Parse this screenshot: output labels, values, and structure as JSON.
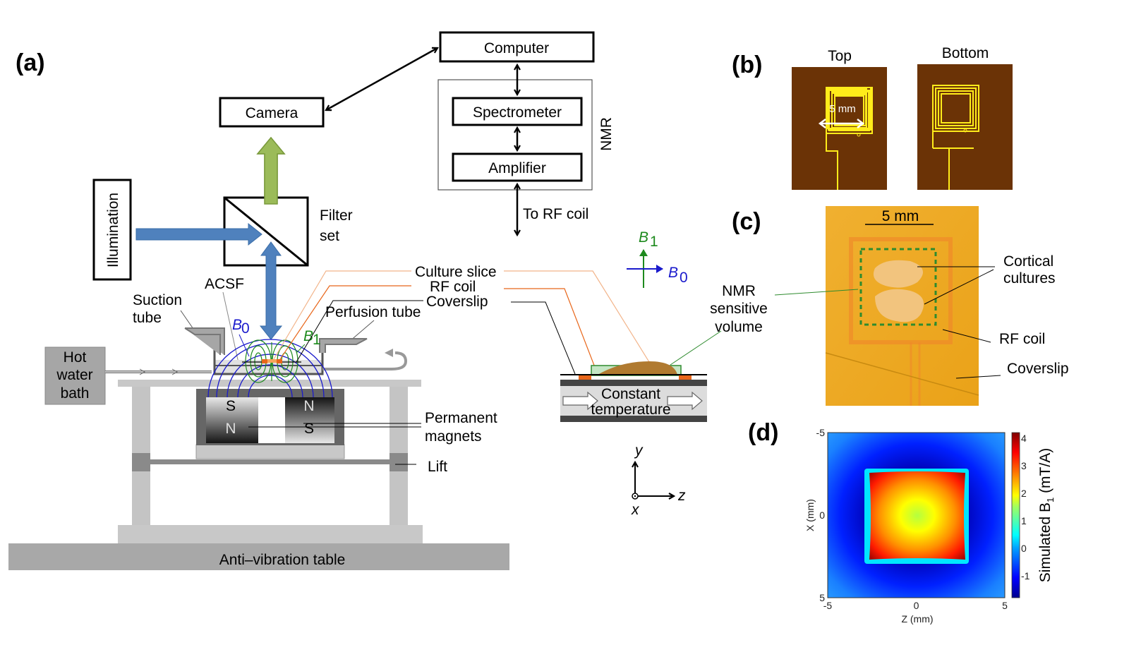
{
  "panels": {
    "a": "(a)",
    "b": "(b)",
    "c": "(c)",
    "d": "(d)"
  },
  "panel_a": {
    "boxes": {
      "computer": "Computer",
      "spectrometer": "Spectrometer",
      "amplifier": "Amplifier",
      "camera": "Camera",
      "illumination": "Illumination",
      "nmr_group": "NMR"
    },
    "labels": {
      "to_rf_coil": "To RF coil",
      "filter_set_line1": "Filter",
      "filter_set_line2": "set",
      "acsf": "ACSF",
      "suction_tube_line1": "Suction",
      "suction_tube_line2": "tube",
      "perfusion_tube": "Perfusion tube",
      "hot_water_bath_line1": "Hot",
      "hot_water_bath_line2": "water",
      "hot_water_bath_line3": "bath",
      "culture_slice": "Culture slice",
      "rf_coil": "RF coil",
      "coverslip": "Coverslip",
      "permanent_magnets_line1": "Permanent",
      "permanent_magnets_line2": "magnets",
      "lift": "Lift",
      "anti_vibration_table": "Anti–vibration table",
      "constant_temperature_line1": "Constant",
      "constant_temperature_line2": "temperature",
      "b0": "B",
      "b0_sub": "0",
      "b1": "B",
      "b1_sub": "1",
      "magnet_left_top": "S",
      "magnet_left_bottom": "N",
      "magnet_right_top": "N",
      "magnet_right_bottom": "S",
      "axis_y": "y",
      "axis_z": "z",
      "axis_x": "x"
    },
    "colors": {
      "light_path_blue": "#4f81bd",
      "emission_green": "#9bbb59",
      "b0_field": "#1a1acc",
      "b1_field": "#1e8a1e",
      "rf_coil_orange": "#e8661a",
      "culture_slice_tan": "#f2b48a",
      "hardware_gray": "#a6a6a6"
    }
  },
  "panel_b": {
    "top_title": "Top",
    "bottom_title": "Bottom",
    "scale_label": "5 mm",
    "colors": {
      "substrate": "#6b3306",
      "trace": "#ffec1a"
    }
  },
  "panel_c": {
    "scale_label": "5 mm",
    "labels": {
      "nmr_line1": "NMR",
      "nmr_line2": "sensitive",
      "nmr_line3": "volume",
      "cortical_line1": "Cortical",
      "cortical_line2": "cultures",
      "rf_coil": "RF coil",
      "coverslip": "Coverslip"
    },
    "colors": {
      "background": "#f0a820",
      "coil": "#f08a2a",
      "sensitive_volume": "#2e8b2e"
    }
  },
  "chart_data": {
    "type": "heatmap",
    "title": "",
    "xlabel": "Z (mm)",
    "ylabel": "X (mm)",
    "x_ticks": [
      "-5",
      "0",
      "5"
    ],
    "y_ticks": [
      "-5",
      "0",
      "5"
    ],
    "xlim": [
      -5,
      5
    ],
    "ylim": [
      -5,
      5
    ],
    "colorbar": {
      "label": "Simulated B",
      "label_sub": "1",
      "label_unit": " (mT/A)",
      "ticks": [
        "4",
        "3",
        "2",
        "1",
        "0",
        "-1"
      ],
      "range": [
        -1.8,
        4.2
      ],
      "colormap": "jet"
    },
    "field_description": {
      "coil_half_width_mm": 2.9,
      "inside_center_value": 1.7,
      "inside_corner_value": 4.2,
      "coil_edge_value": 0.3,
      "outside_near_value": -1.6,
      "far_field_value": -0.3
    }
  }
}
